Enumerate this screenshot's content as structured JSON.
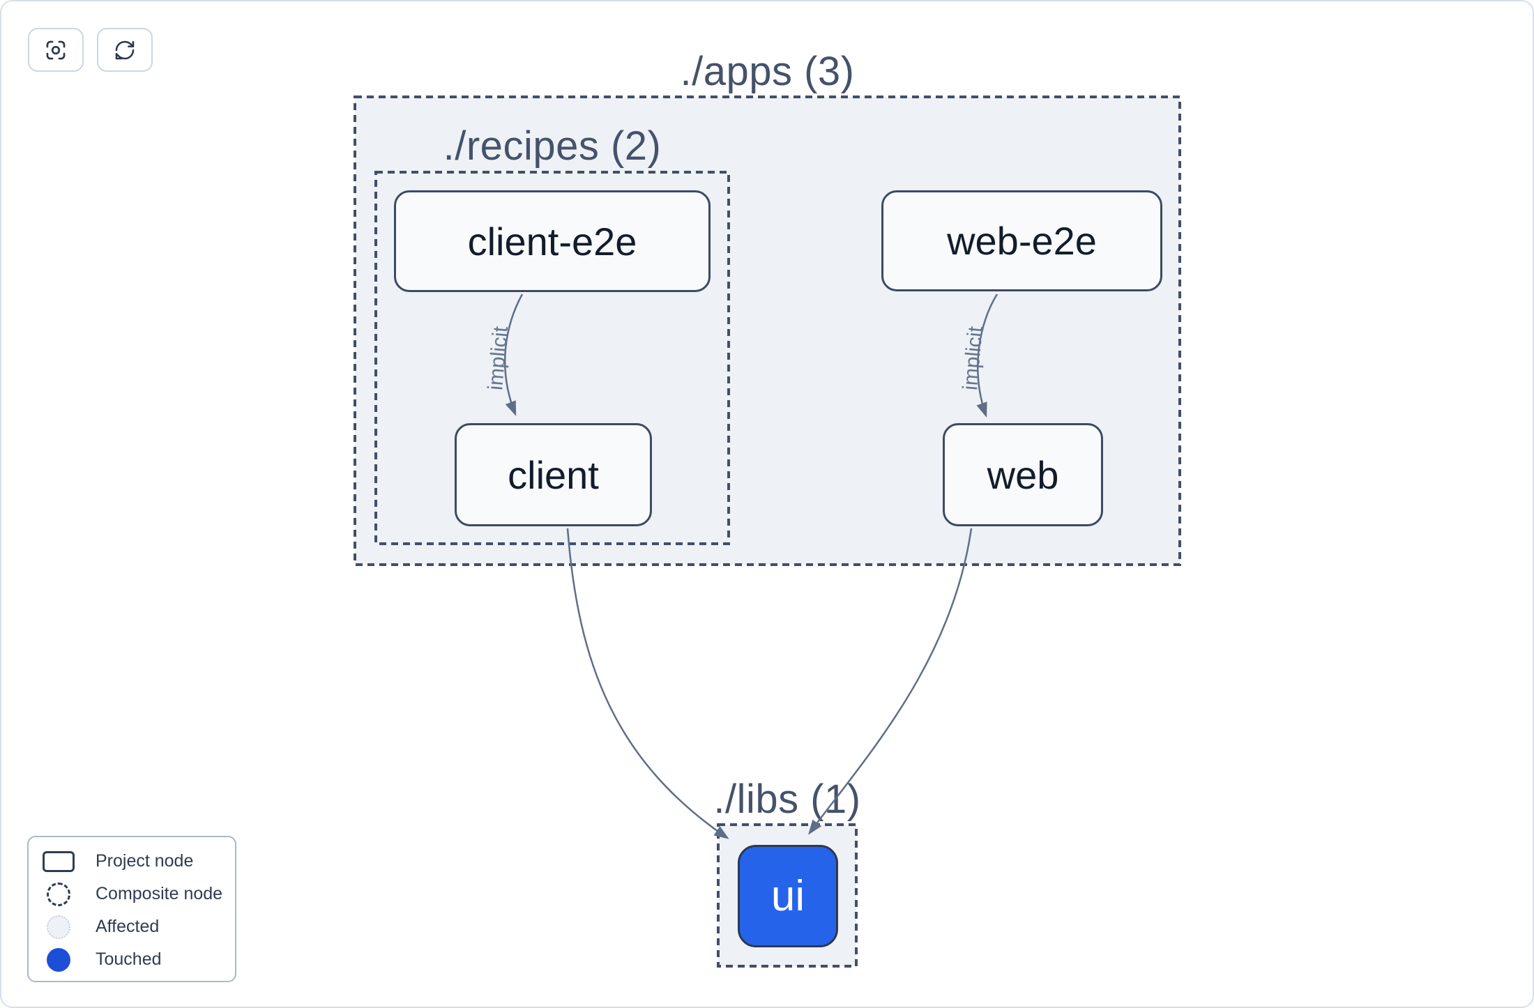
{
  "toolbar": {
    "buttons": [
      {
        "icon": "crosshair-focus-icon"
      },
      {
        "icon": "refresh-icon"
      }
    ]
  },
  "graph": {
    "groups": [
      {
        "name": "apps",
        "label": "./apps (3)"
      },
      {
        "name": "recipes",
        "label": "./recipes (2)"
      },
      {
        "name": "libs",
        "label": "./libs (1)"
      }
    ],
    "nodes": [
      {
        "label": "client-e2e",
        "type": "project",
        "state": "normal"
      },
      {
        "label": "web-e2e",
        "type": "project",
        "state": "normal"
      },
      {
        "label": "client",
        "type": "project",
        "state": "normal"
      },
      {
        "label": "web",
        "type": "project",
        "state": "normal"
      },
      {
        "label": "ui",
        "type": "project",
        "state": "touched"
      }
    ],
    "edges": [
      {
        "source": "client-e2e",
        "target": "client",
        "label": "implicit"
      },
      {
        "source": "web-e2e",
        "target": "web",
        "label": "implicit"
      },
      {
        "source": "client",
        "target": "ui",
        "label": ""
      },
      {
        "source": "web",
        "target": "ui",
        "label": ""
      }
    ]
  },
  "legend": {
    "items": [
      {
        "icon": "project-node-swatch",
        "label": "Project node"
      },
      {
        "icon": "composite-node-swatch",
        "label": "Composite node"
      },
      {
        "icon": "affected-swatch",
        "label": "Affected"
      },
      {
        "icon": "touched-swatch",
        "label": "Touched"
      }
    ]
  },
  "colors": {
    "touched_node": "#2563eb",
    "touched_legend": "#1d4ed8",
    "group_background": "#eef1f5",
    "dashed_border": "#424f68",
    "edge": "#5f6e87",
    "node_border": "#3d4a63",
    "node_background": "#f8fafc",
    "node_text": "#131c2b",
    "title_text": "#45526b",
    "canvas_border": "#d9dfe9"
  }
}
